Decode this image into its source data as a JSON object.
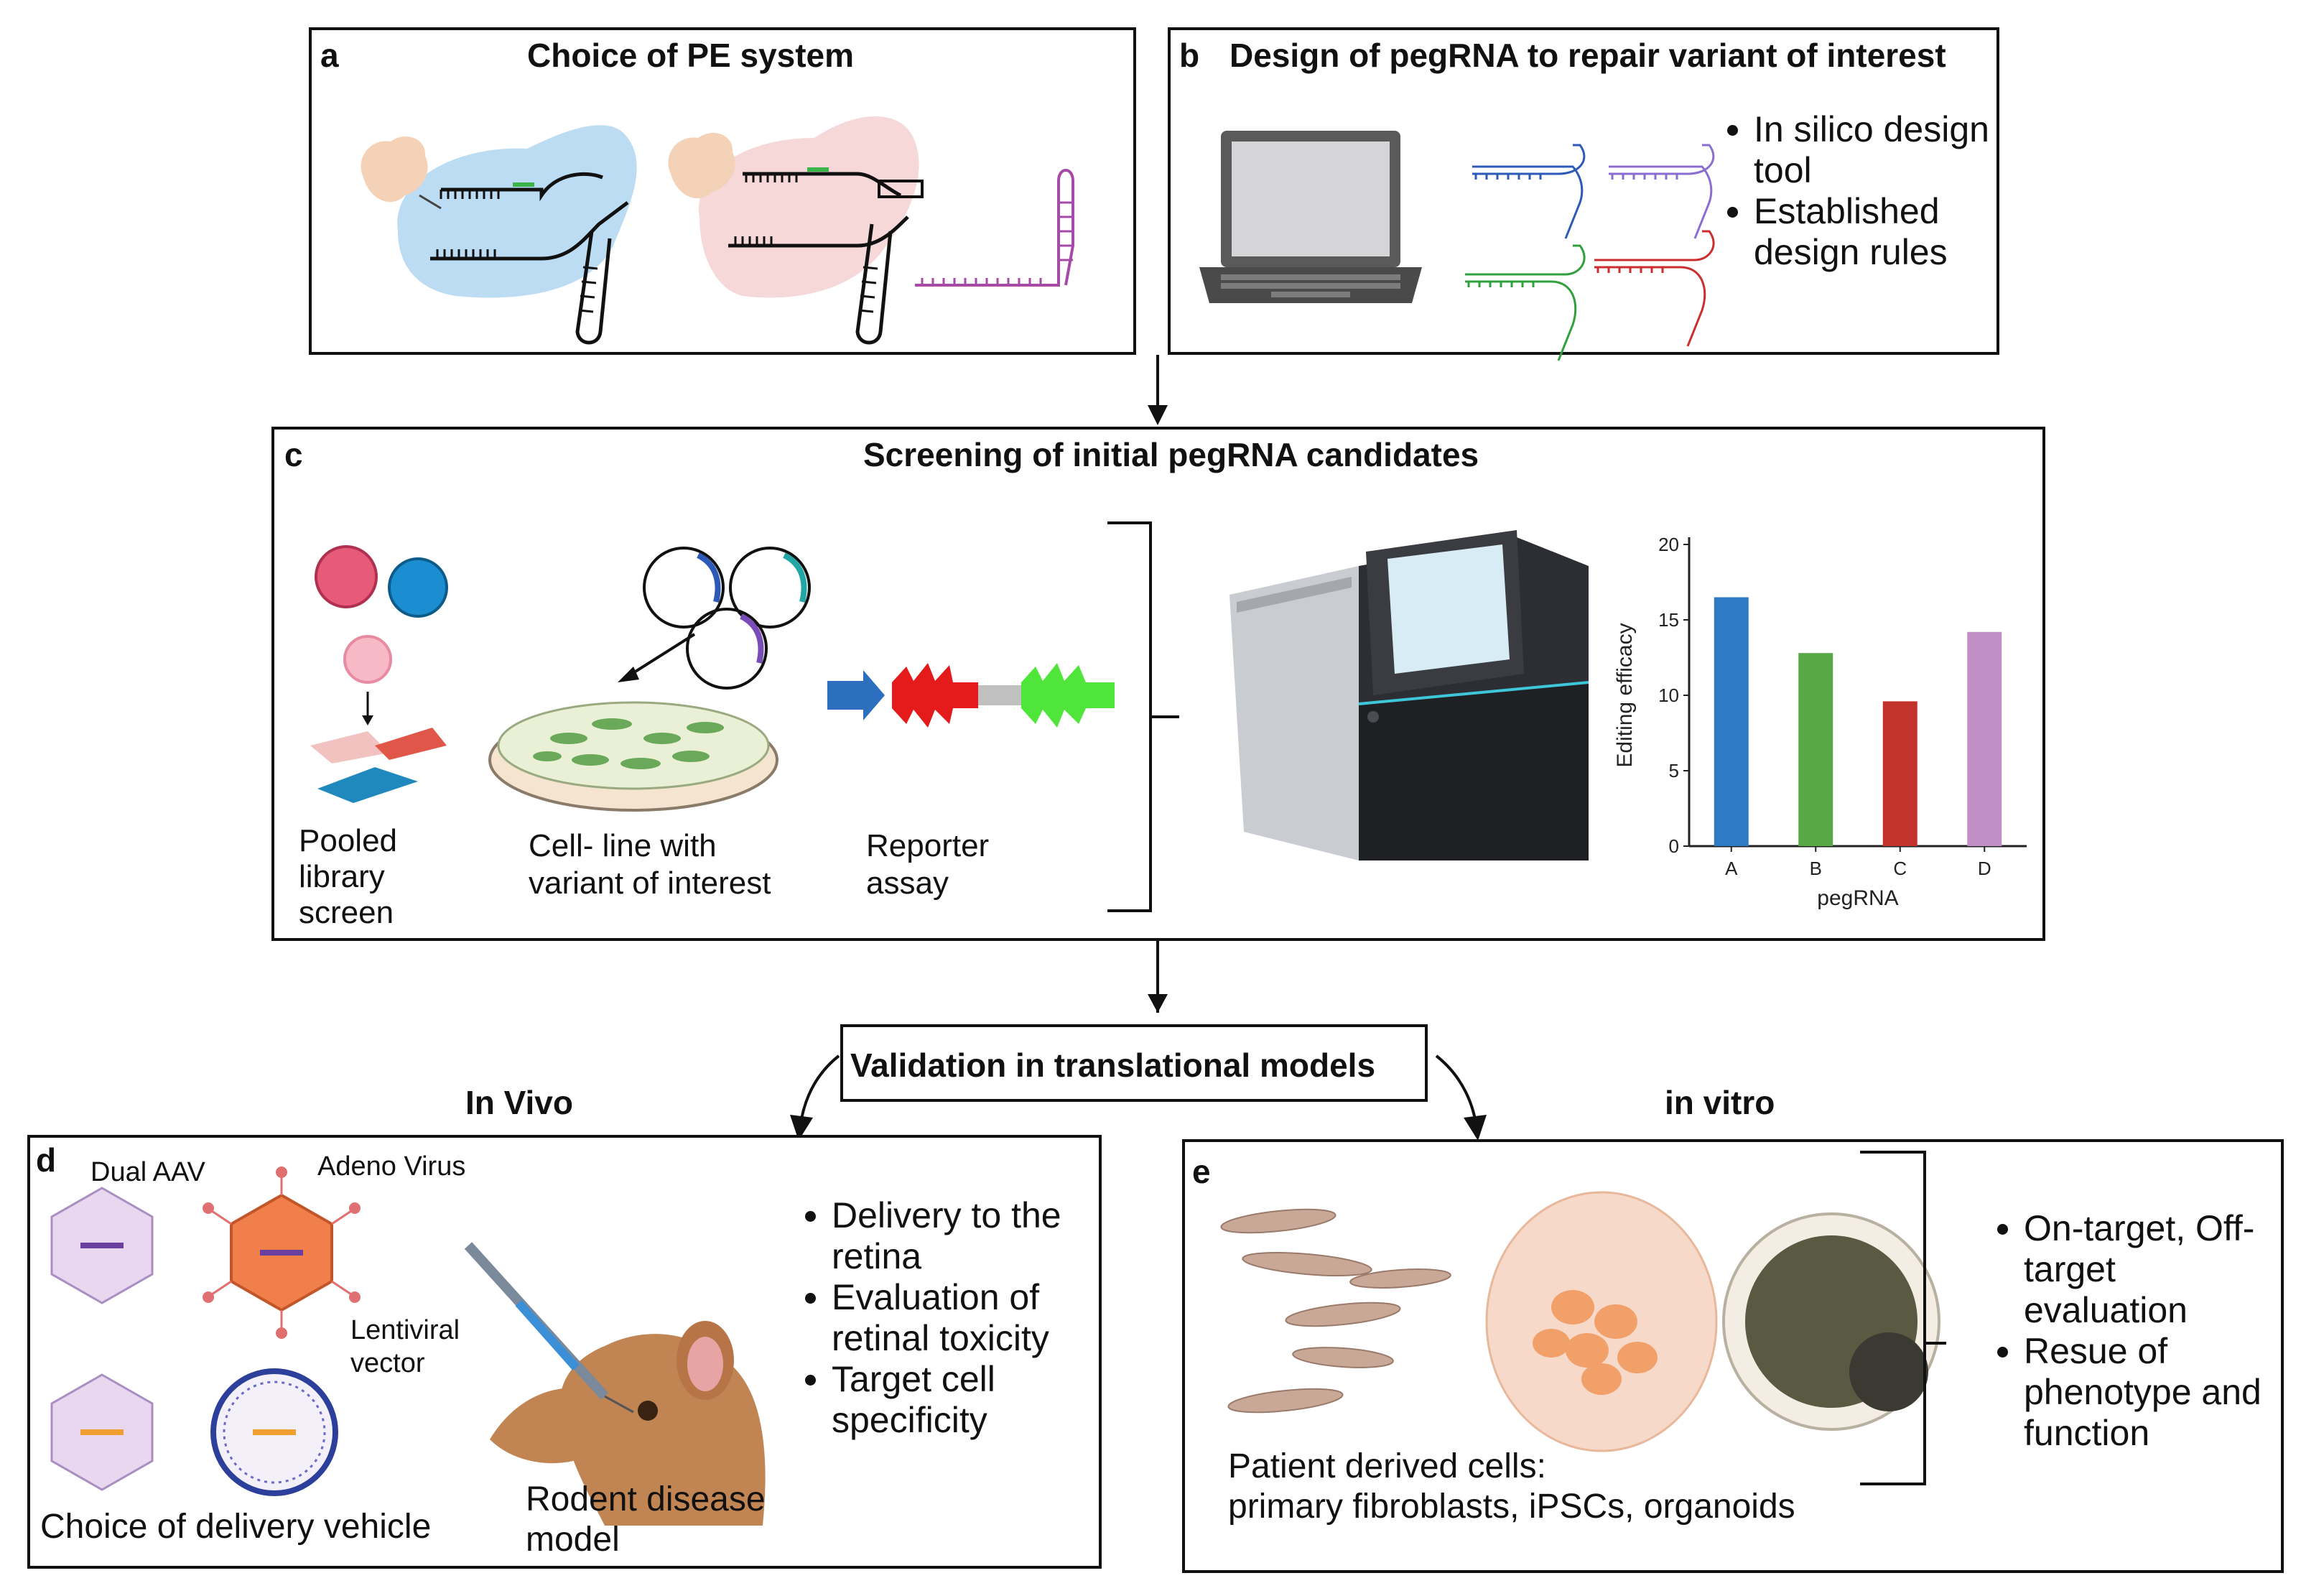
{
  "panel_a": {
    "letter": "a",
    "title": "Choice of PE system"
  },
  "panel_b": {
    "letter": "b",
    "title": "Design of pegRNA to repair variant of interest",
    "bullets": [
      "In silico design tool",
      "Established design rules"
    ]
  },
  "panel_c": {
    "letter": "c",
    "title": "Screening of initial pegRNA candidates",
    "labels": {
      "pooled": "Pooled library screen",
      "cell_line_1": "Cell- line with",
      "cell_line_2": "variant of interest",
      "reporter_1": "Reporter",
      "reporter_2": "assay"
    }
  },
  "validation": {
    "title": "Validation in translational models",
    "in_vivo": "In Vivo",
    "in_vitro": "in vitro"
  },
  "panel_d": {
    "letter": "d",
    "dual_aav": "Dual AAV",
    "adeno": "Adeno Virus",
    "lenti_1": "Lentiviral",
    "lenti_2": "vector",
    "delivery": "Choice of delivery vehicle",
    "rodent_1": "Rodent disease",
    "rodent_2": "model",
    "bullets": [
      "Delivery to the retina",
      "Evaluation of retinal toxicity",
      "Target cell specificity"
    ]
  },
  "panel_e": {
    "letter": "e",
    "patient_1": "Patient derived cells:",
    "patient_2": "primary fibroblasts, iPSCs, organoids",
    "bullets": [
      "On-target, Off-target evaluation",
      "Resue of phenotype and function"
    ]
  },
  "chart_data": {
    "type": "bar",
    "categories": [
      "A",
      "B",
      "C",
      "D"
    ],
    "values": [
      16.5,
      12.8,
      9.6,
      14.2
    ],
    "colors": [
      "#2f7ac4",
      "#58a845",
      "#c3332d",
      "#c08fc6"
    ],
    "xlabel": "pegRNA",
    "ylabel": "Editing efficacy",
    "ylim": [
      0,
      20
    ],
    "yticks": [
      0,
      5,
      10,
      15,
      20
    ],
    "grid": false
  }
}
